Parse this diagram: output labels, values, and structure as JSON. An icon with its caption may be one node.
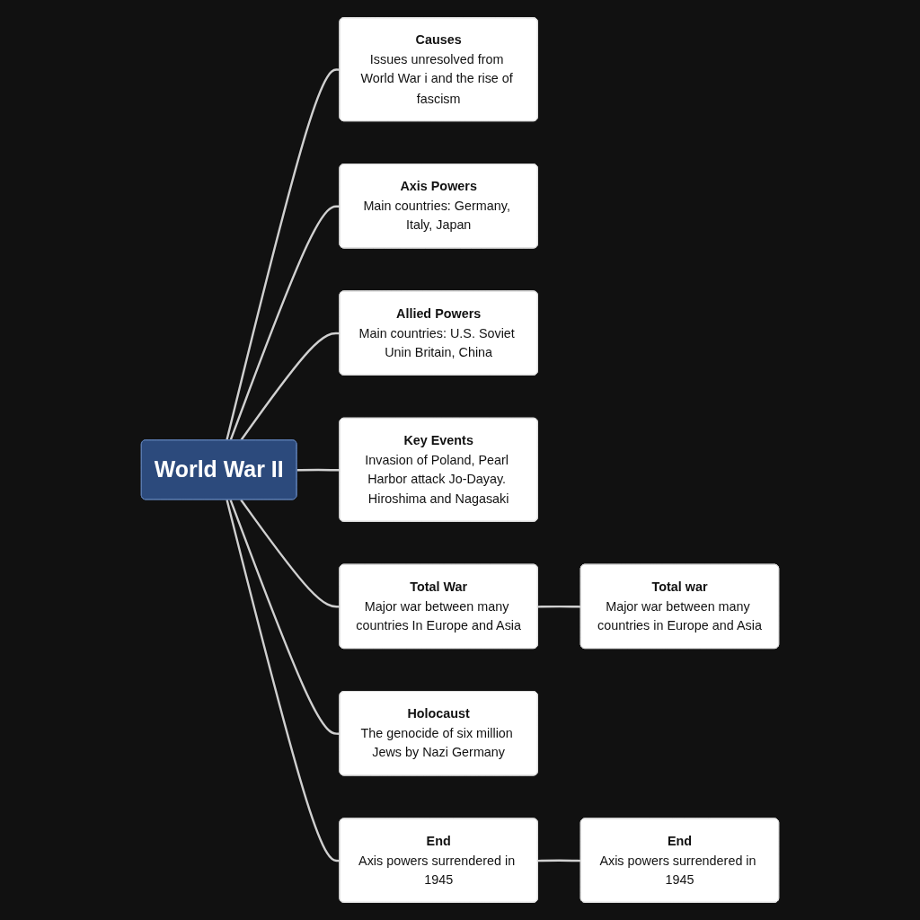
{
  "diagram": {
    "nodes": [
      {
        "text": [
          "World War II"
        ]
      },
      {
        "text": [
          "Causes",
          "Issues unresolved from World War i and the rise of fascism"
        ]
      },
      {
        "text": [
          "Axis Powers",
          "Main countries: Germany, Italy, Japan"
        ]
      },
      {
        "text": [
          "Allied Powers",
          "Main countries: U.S. Soviet Unin Britain, China"
        ]
      },
      {
        "text": [
          "Key Events",
          "Invasion of Poland, Pearl Harbor attack Jo-Dayay. Hiroshima and Nagasaki"
        ]
      },
      {
        "text": [
          "Total War",
          "Major war between many countries In Europe and Asia"
        ]
      },
      {
        "text": [
          "Holocaust",
          "The genocide of six million Jews by Nazi Germany"
        ]
      },
      {
        "text": [
          "Total war",
          "Major war between many countries in Europe and Asia"
        ]
      },
      {
        "text": [
          "End",
          "Axis powers surrendered in 1945"
        ]
      },
      {
        "text": [
          "End",
          "Axis powers surrendered in 1945"
        ]
      }
    ],
    "edges": [
      {
        "from": 0,
        "to": 1,
        "arrow": "none"
      },
      {
        "from": 0,
        "to": 2,
        "arrow": "none"
      },
      {
        "from": 0,
        "to": 3,
        "arrow": "none"
      },
      {
        "from": 0,
        "to": 4,
        "arrow": "none"
      },
      {
        "from": 0,
        "to": 5,
        "arrow": "none"
      },
      {
        "from": 0,
        "to": 6,
        "arrow": "none"
      },
      {
        "from": 0,
        "to": 8,
        "arrow": "none"
      },
      {
        "from": 5,
        "to": 7,
        "arrow": "none"
      },
      {
        "from": 8,
        "to": 9,
        "arrow": "none"
      }
    ]
  }
}
